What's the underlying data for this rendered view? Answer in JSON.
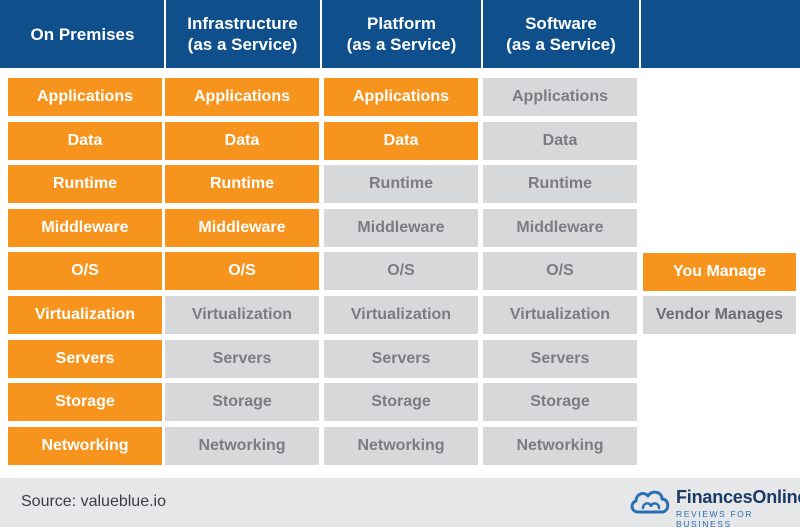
{
  "headers": [
    "On Premises",
    "Infrastructure\n(as a Service)",
    "Platform\n(as a Service)",
    "Software\n(as a Service)"
  ],
  "columns": [
    {
      "name": "On Premises",
      "cells": [
        {
          "label": "Applications",
          "managed_by": "you"
        },
        {
          "label": "Data",
          "managed_by": "you"
        },
        {
          "label": "Runtime",
          "managed_by": "you"
        },
        {
          "label": "Middleware",
          "managed_by": "you"
        },
        {
          "label": "O/S",
          "managed_by": "you"
        },
        {
          "label": "Virtualization",
          "managed_by": "you"
        },
        {
          "label": "Servers",
          "managed_by": "you"
        },
        {
          "label": "Storage",
          "managed_by": "you"
        },
        {
          "label": "Networking",
          "managed_by": "you"
        }
      ]
    },
    {
      "name": "Infrastructure (as a Service)",
      "cells": [
        {
          "label": "Applications",
          "managed_by": "you"
        },
        {
          "label": "Data",
          "managed_by": "you"
        },
        {
          "label": "Runtime",
          "managed_by": "you"
        },
        {
          "label": "Middleware",
          "managed_by": "you"
        },
        {
          "label": "O/S",
          "managed_by": "you"
        },
        {
          "label": "Virtualization",
          "managed_by": "vendor"
        },
        {
          "label": "Servers",
          "managed_by": "vendor"
        },
        {
          "label": "Storage",
          "managed_by": "vendor"
        },
        {
          "label": "Networking",
          "managed_by": "vendor"
        }
      ]
    },
    {
      "name": "Platform (as a Service)",
      "cells": [
        {
          "label": "Applications",
          "managed_by": "you"
        },
        {
          "label": "Data",
          "managed_by": "you"
        },
        {
          "label": "Runtime",
          "managed_by": "vendor"
        },
        {
          "label": "Middleware",
          "managed_by": "vendor"
        },
        {
          "label": "O/S",
          "managed_by": "vendor"
        },
        {
          "label": "Virtualization",
          "managed_by": "vendor"
        },
        {
          "label": "Servers",
          "managed_by": "vendor"
        },
        {
          "label": "Storage",
          "managed_by": "vendor"
        },
        {
          "label": "Networking",
          "managed_by": "vendor"
        }
      ]
    },
    {
      "name": "Software (as a Service)",
      "cells": [
        {
          "label": "Applications",
          "managed_by": "vendor"
        },
        {
          "label": "Data",
          "managed_by": "vendor"
        },
        {
          "label": "Runtime",
          "managed_by": "vendor"
        },
        {
          "label": "Middleware",
          "managed_by": "vendor"
        },
        {
          "label": "O/S",
          "managed_by": "vendor"
        },
        {
          "label": "Virtualization",
          "managed_by": "vendor"
        },
        {
          "label": "Servers",
          "managed_by": "vendor"
        },
        {
          "label": "Storage",
          "managed_by": "vendor"
        },
        {
          "label": "Networking",
          "managed_by": "vendor"
        }
      ]
    }
  ],
  "legend": {
    "you": "You Manage",
    "vendor": "Vendor Manages"
  },
  "footer": {
    "source": "Source: valueblue.io",
    "brand_name": "FinancesOnline",
    "brand_tagline": "REVIEWS FOR BUSINESS"
  },
  "colors": {
    "header": "#0f4f8c",
    "you": "#f7941d",
    "vendor": "#d7d8da",
    "footer": "#e6e7e9",
    "logo": "#2a6fb5"
  }
}
